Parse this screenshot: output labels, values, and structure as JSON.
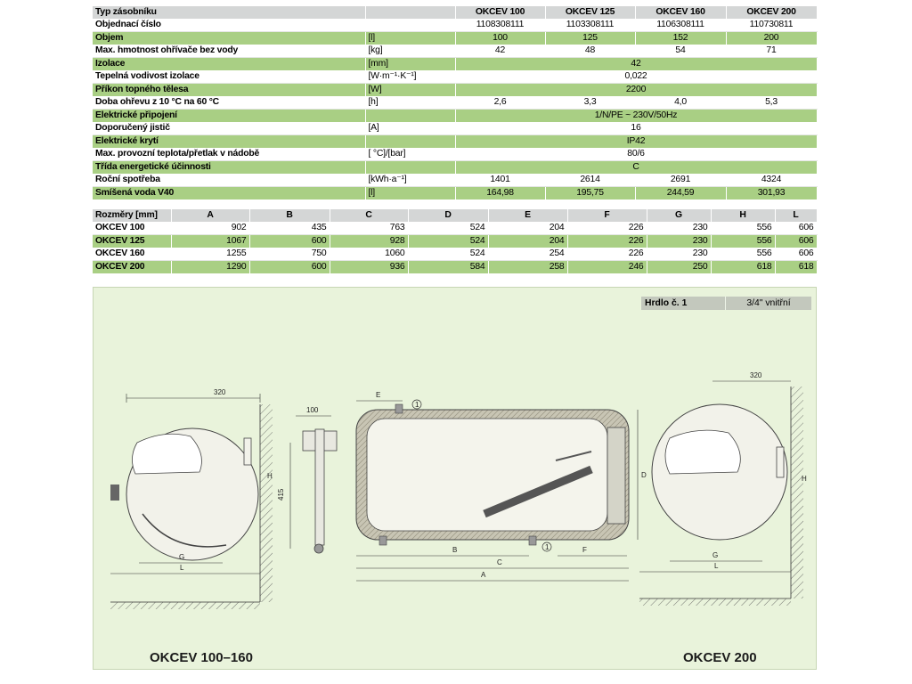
{
  "spec_table": {
    "header": {
      "label": "Typ zásobníku",
      "unit": "",
      "models": [
        "OKCEV 100",
        "OKCEV 125",
        "OKCEV 160",
        "OKCEV 200"
      ]
    },
    "rows": [
      {
        "label": "Objednací číslo",
        "unit": "",
        "values": [
          "1108308111",
          "1103308111",
          "1106308111",
          "110730811"
        ],
        "style": "w"
      },
      {
        "label": "Objem",
        "unit": "[l]",
        "values": [
          "100",
          "125",
          "152",
          "200"
        ],
        "style": "g"
      },
      {
        "label": "Max. hmotnost ohřívače bez vody",
        "unit": "[kg]",
        "values": [
          "42",
          "48",
          "54",
          "71"
        ],
        "style": "w"
      },
      {
        "label": "Izolace",
        "unit": "[mm]",
        "span": "42",
        "style": "g"
      },
      {
        "label": "Tepelná vodivost izolace",
        "unit": "[W·m⁻¹·K⁻¹]",
        "span": "0,022",
        "style": "w"
      },
      {
        "label": "Příkon topného tělesa",
        "unit": "[W]",
        "span": "2200",
        "style": "g"
      },
      {
        "label": "Doba ohřevu z 10 °C na 60 °C",
        "unit": "[h]",
        "values": [
          "2,6",
          "3,3",
          "4,0",
          "5,3"
        ],
        "style": "w"
      },
      {
        "label": "Elektrické připojení",
        "unit": "",
        "span": "1/N/PE ~ 230V/50Hz",
        "style": "g"
      },
      {
        "label": "Doporučený jistič",
        "unit": "[A]",
        "span": "16",
        "style": "w"
      },
      {
        "label": "Elektrické krytí",
        "unit": "",
        "span": "IP42",
        "style": "g"
      },
      {
        "label": "Max. provozní teplota/přetlak v nádobě",
        "unit": "[ °C]/[bar]",
        "span": "80/6",
        "style": "w"
      },
      {
        "label": "Třída energetické účinnosti",
        "unit": "",
        "span": "C",
        "style": "g"
      },
      {
        "label": "Roční spotřeba",
        "unit": "[kWh·a⁻¹]",
        "values": [
          "1401",
          "2614",
          "2691",
          "4324"
        ],
        "style": "w"
      },
      {
        "label": "Smíšená voda V40",
        "unit": "[l]",
        "values": [
          "164,98",
          "195,75",
          "244,59",
          "301,93"
        ],
        "style": "g"
      }
    ]
  },
  "dim_table": {
    "header": [
      "Rozměry [mm]",
      "A",
      "B",
      "C",
      "D",
      "E",
      "F",
      "G",
      "H",
      "L"
    ],
    "rows": [
      {
        "name": "OKCEV 100",
        "values": [
          "902",
          "435",
          "763",
          "524",
          "204",
          "226",
          "230",
          "556",
          "606"
        ],
        "style": "w"
      },
      {
        "name": "OKCEV 125",
        "values": [
          "1067",
          "600",
          "928",
          "524",
          "204",
          "226",
          "230",
          "556",
          "606"
        ],
        "style": "g"
      },
      {
        "name": "OKCEV 160",
        "values": [
          "1255",
          "750",
          "1060",
          "524",
          "254",
          "226",
          "230",
          "556",
          "606"
        ],
        "style": "w"
      },
      {
        "name": "OKCEV 200",
        "values": [
          "1290",
          "600",
          "936",
          "584",
          "258",
          "246",
          "250",
          "618",
          "618"
        ],
        "style": "g"
      }
    ]
  },
  "hrdlo": {
    "label": "Hrdlo č. 1",
    "value": "3/4\" vnitřní"
  },
  "drawing": {
    "dim_320_left": "320",
    "dim_320_right": "320",
    "dim_100": "100",
    "dim_415": "415",
    "label_G_left": "G",
    "label_L_left": "L",
    "label_H_left": "H",
    "label_G_right": "G",
    "label_L_right": "L",
    "label_H_right": "H",
    "label_E": "E",
    "label_B": "B",
    "label_C": "C",
    "label_A": "A",
    "label_F": "F",
    "label_D": "D",
    "marker_1": "1",
    "marker_1b": "1"
  },
  "captions": {
    "left": "OKCEV 100–160",
    "right": "OKCEV 200"
  },
  "colors": {
    "green_row": "#a9cf84",
    "gray_header": "#d4d6d6",
    "panel_bg": "#e9f3db"
  }
}
